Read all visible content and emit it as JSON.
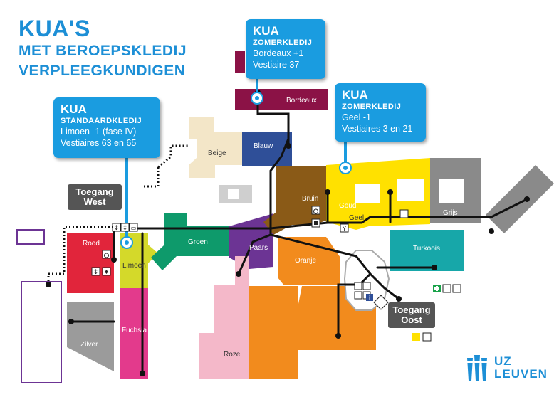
{
  "title": {
    "line1": "KUA'S",
    "line2": "MET BEROEPSKLEDIJ",
    "line3": "VERPLEEGKUNDIGEN"
  },
  "callouts": [
    {
      "heading": "KUA",
      "subheading": "ZOMERKLEDIJ",
      "line1": "Bordeaux +1",
      "line2": "Vestiaire 37"
    },
    {
      "heading": "KUA",
      "subheading": "STANDAARDKLEDIJ",
      "line1": "Limoen -1 (fase IV)",
      "line2": "Vestiaires 63 en 65"
    },
    {
      "heading": "KUA",
      "subheading": "ZOMERKLEDIJ",
      "line1": "Geel -1",
      "line2": "Vestiaires 3 en 21"
    }
  ],
  "entrances": {
    "west": {
      "line1": "Toegang",
      "line2": "West"
    },
    "oost": {
      "line1": "Toegang",
      "line2": "Oost"
    }
  },
  "zones": {
    "bordeaux": "Bordeaux",
    "beige": "Beige",
    "blauw": "Blauw",
    "bruin": "Bruin",
    "goud": "Goud",
    "geel": "Geel",
    "grijs": "Grijs",
    "groen": "Groen",
    "paars": "Paars",
    "oranje": "Oranje",
    "turkoois": "Turkoois",
    "rood": "Rood",
    "limoen": "Limoen",
    "fuchsia": "Fuchsia",
    "zilver": "Zilver",
    "roze": "Roze"
  },
  "logo": {
    "line1": "UZ",
    "line2": "LEUVEN"
  },
  "colors": {
    "accent": "#1d8fd6",
    "callout": "#1a9ce0",
    "bordeaux": "#8b1246",
    "beige": "#f3e6c8",
    "blauw": "#2f4f98",
    "bruin": "#8a5a17",
    "goud": "#a98c3a",
    "geel": "#ffe100",
    "grijs": "#8a8a8a",
    "groen": "#0e9a6b",
    "paars": "#6c3494",
    "oranje": "#f28b1d",
    "turkoois": "#17a7a9",
    "rood": "#e1253b",
    "limoen": "#d4d92a",
    "fuchsia": "#e33a8c",
    "zilver": "#9b9b9b",
    "roze": "#f4b8c9",
    "badge": "#555555"
  },
  "icons": [
    "wheelchair-icon",
    "restroom-icon",
    "elevator-icon",
    "restaurant-icon",
    "info-icon",
    "first-aid-icon",
    "shop-icon",
    "parking-icon",
    "taxi-icon",
    "location-pin-icon"
  ]
}
